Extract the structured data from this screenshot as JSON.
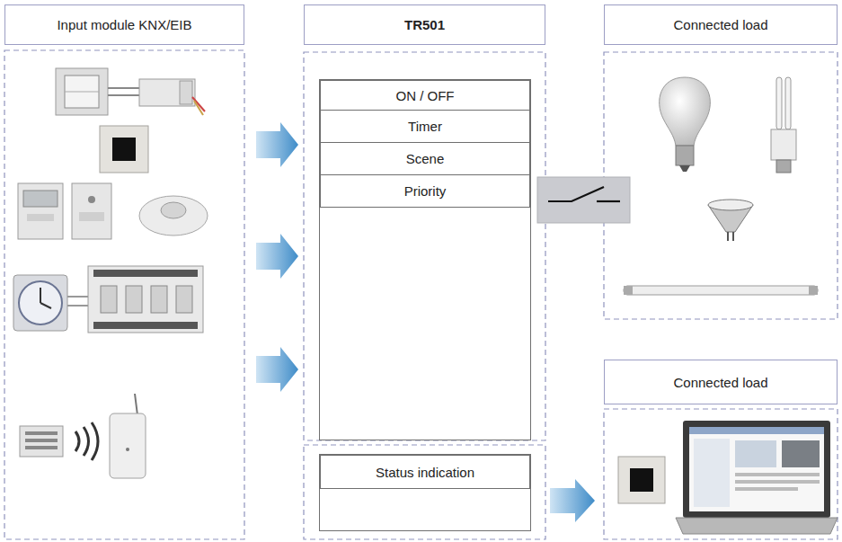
{
  "diagram": {
    "nodes": [
      {
        "text": [
          "Input module KNX/EIB"
        ]
      },
      {
        "text": [
          "TR501"
        ]
      },
      {
        "text": [
          "ON / OFF"
        ]
      },
      {
        "text": [
          "Timer"
        ]
      },
      {
        "text": [
          "Scene"
        ]
      },
      {
        "text": [
          "Priority"
        ]
      },
      {
        "text": [
          "Status indication"
        ]
      },
      {
        "text": [
          "Connected load"
        ]
      },
      {
        "text": [
          "Connected load"
        ]
      }
    ]
  }
}
